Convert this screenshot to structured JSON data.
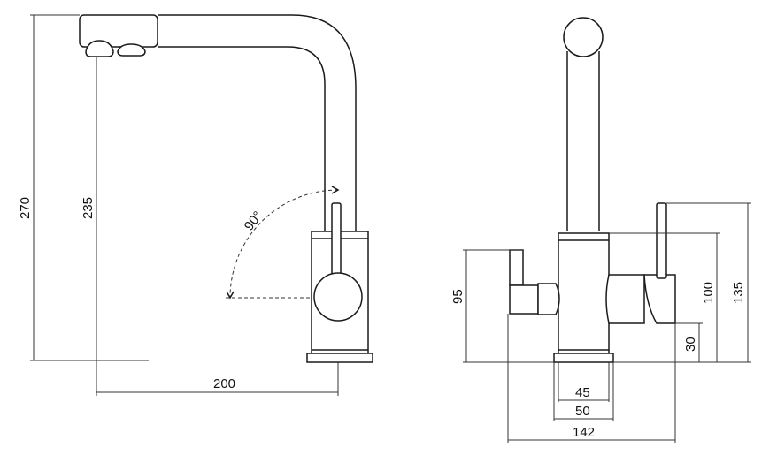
{
  "side_view": {
    "total_height_label": "270",
    "spout_height_label": "235",
    "reach_label": "200",
    "rotation_label": "90°"
  },
  "front_view": {
    "inlet_height_label": "95",
    "lever_base_height_label": "100",
    "total_lever_height_label": "135",
    "outlet_height_label": "30",
    "body_width_label": "45",
    "base_width_label": "50",
    "overall_width_label": "142"
  },
  "colors": {
    "line": "#1a1a1a",
    "background": "#ffffff"
  }
}
